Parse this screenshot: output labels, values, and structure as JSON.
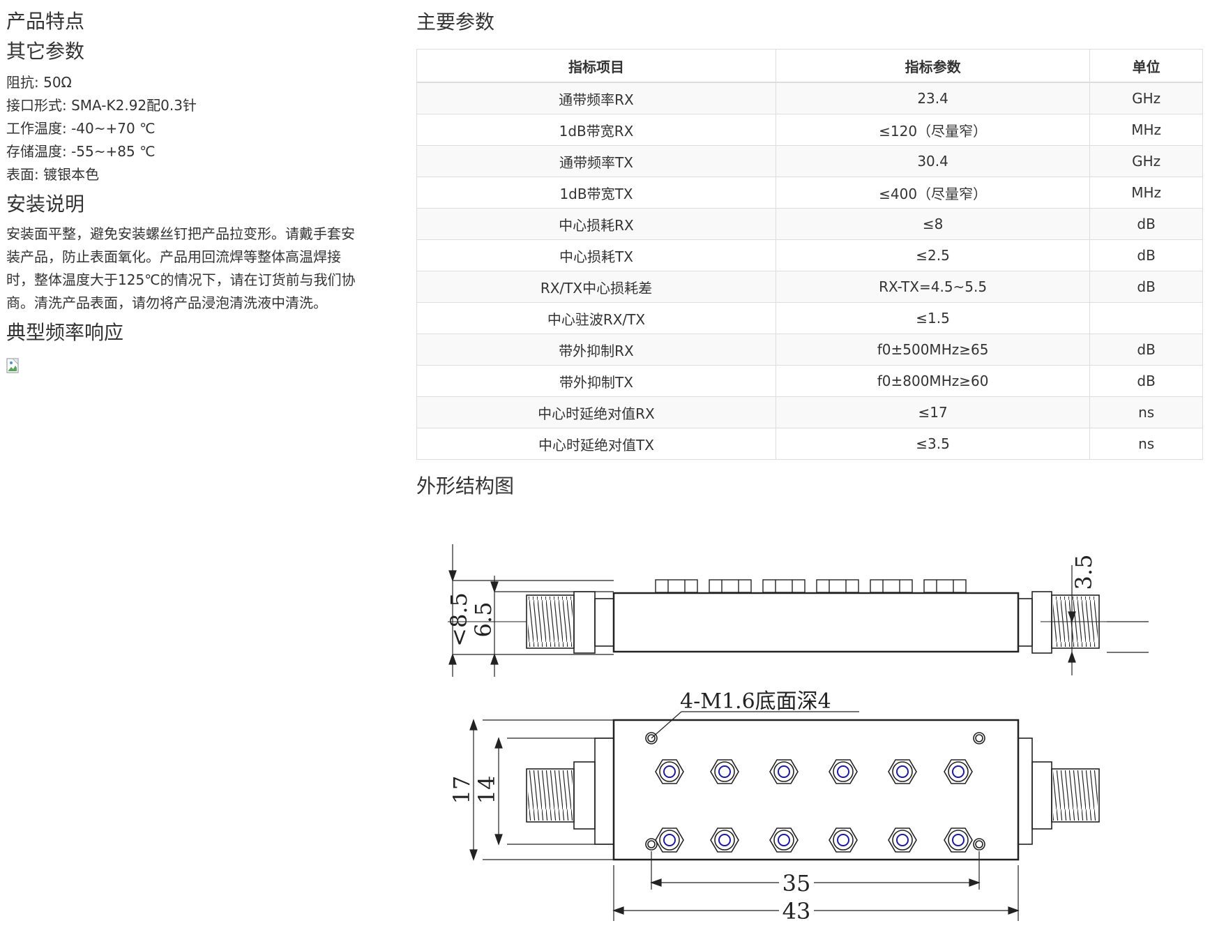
{
  "left": {
    "features_heading": "产品特点",
    "other_params_heading": "其它参数",
    "params": [
      "阻抗: 50Ω",
      "接口形式: SMA-K2.92配0.3针",
      "工作温度: -40~+70 ℃",
      "存储温度: -55~+85 ℃",
      "表面: 镀银本色"
    ],
    "install_heading": "安装说明",
    "install_lines": [
      "安装面平整，避免安装螺丝钉把产品拉变形。请戴手套安",
      "装产品，防止表面氧化。产品用回流焊等整体高温焊接",
      "时，整体温度大于125℃的情况下，请在订货前与我们协",
      "商。清洗产品表面，请勿将产品浸泡清洗液中清洗。"
    ],
    "response_heading": "典型频率响应"
  },
  "right": {
    "main_params_heading": "主要参数",
    "table": {
      "headers": [
        "指标项目",
        "指标参数",
        "单位"
      ],
      "rows": [
        [
          "通带频率RX",
          "23.4",
          "GHz"
        ],
        [
          "1dB带宽RX",
          "≤120（尽量窄）",
          "MHz"
        ],
        [
          "通带频率TX",
          "30.4",
          "GHz"
        ],
        [
          "1dB带宽TX",
          "≤400（尽量窄）",
          "MHz"
        ],
        [
          "中心损耗RX",
          "≤8",
          "dB"
        ],
        [
          "中心损耗TX",
          "≤2.5",
          "dB"
        ],
        [
          "RX/TX中心损耗差",
          "RX-TX=4.5~5.5",
          "dB"
        ],
        [
          "中心驻波RX/TX",
          "≤1.5",
          ""
        ],
        [
          "带外抑制RX",
          "f0±500MHz≥65",
          "dB"
        ],
        [
          "带外抑制TX",
          "f0±800MHz≥60",
          "dB"
        ],
        [
          "中心时延绝对值RX",
          "≤17",
          "ns"
        ],
        [
          "中心时延绝对值TX",
          "≤3.5",
          "ns"
        ]
      ]
    },
    "outline_heading": "外形结构图",
    "drawing_labels": {
      "dim_8_5": "<8.5",
      "dim_6_5": "6.5",
      "dim_3_5": "3.5",
      "hole_note": "4-M1.6底面深4",
      "dim_17": "17",
      "dim_14": "14",
      "dim_35": "35",
      "dim_43": "43"
    }
  },
  "colors": {
    "text": "#333333",
    "border": "#dddddd",
    "stripe": "#f9f9f9",
    "screw_blue": "#1a1aa6"
  }
}
